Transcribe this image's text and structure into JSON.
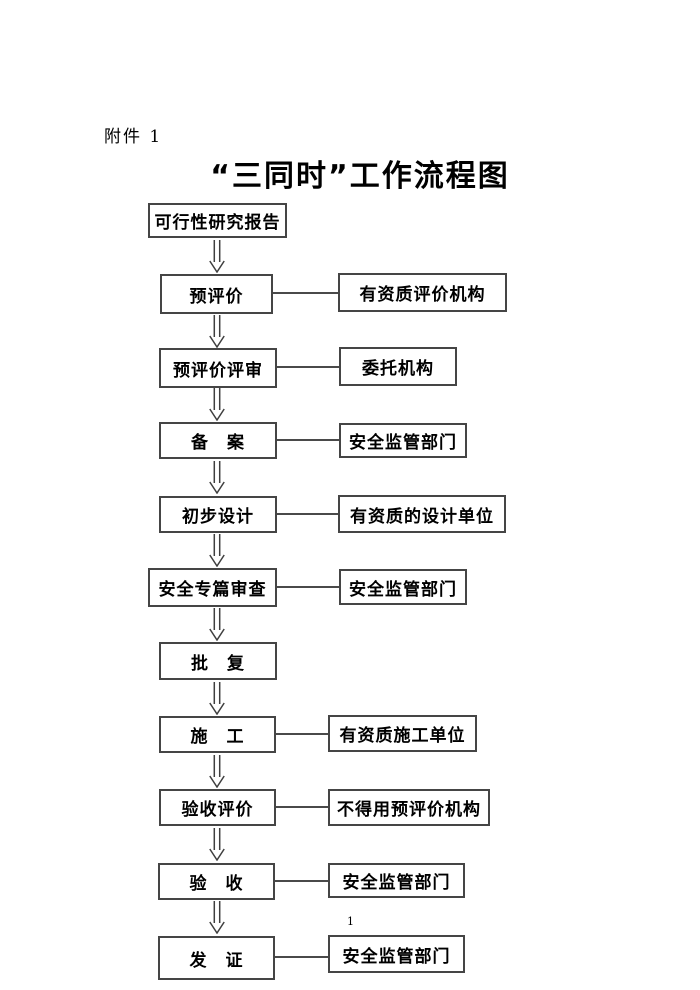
{
  "page": {
    "attachment_label": "附件 1",
    "title": "“三同时”工作流程图",
    "page_number": "1"
  },
  "flow": {
    "steps": [
      {
        "label": "可行性研究报告",
        "side": null
      },
      {
        "label": "预评价",
        "side": "有资质评价机构"
      },
      {
        "label": "预评价评审",
        "side": "委托机构"
      },
      {
        "label": "备　案",
        "side": "安全监管部门"
      },
      {
        "label": "初步设计",
        "side": "有资质的设计单位"
      },
      {
        "label": "安全专篇审查",
        "side": "安全监管部门"
      },
      {
        "label": "批　复",
        "side": null
      },
      {
        "label": "施　工",
        "side": "有资质施工单位"
      },
      {
        "label": "验收评价",
        "side": "不得用预评价机构"
      },
      {
        "label": "验　收",
        "side": "安全监管部门"
      },
      {
        "label": "发　证",
        "side": "安全监管部门"
      }
    ],
    "colors": {
      "border": "#454545",
      "line": "#4a4a4a",
      "text": "#000000",
      "box_background": "#ffffff"
    }
  }
}
